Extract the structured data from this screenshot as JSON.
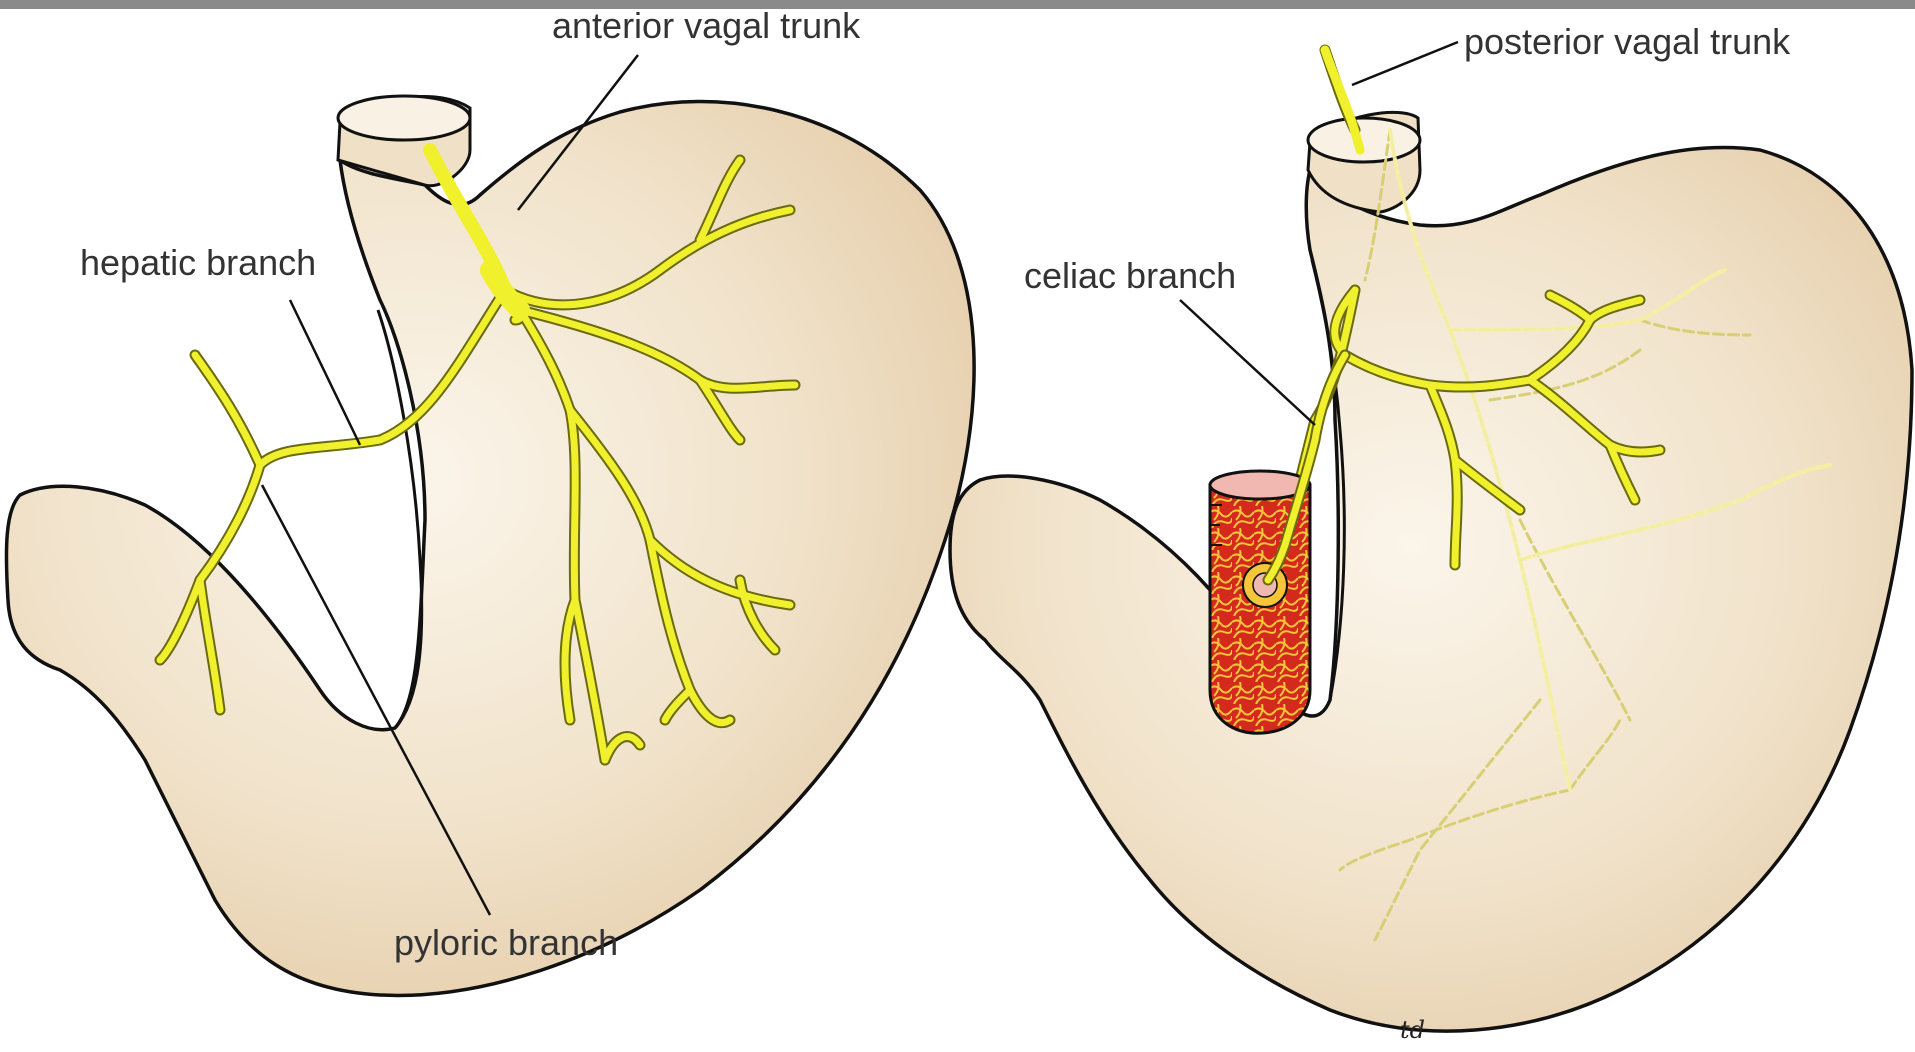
{
  "labels": {
    "anterior_vagal_trunk": "anterior vagal trunk",
    "posterior_vagal_trunk": "posterior vagal trunk",
    "hepatic_branch": "hepatic branch",
    "celiac_branch": "celiac branch",
    "pyloric_branch": "pyloric branch",
    "artist_initials": "td"
  },
  "colors": {
    "stomach_fill": "#eddcbf",
    "stomach_highlight": "#fbf5ea",
    "nerve": "#f1f02c",
    "nerve_outline": "#6a6a10",
    "posterior_nerve_dashed": "#f6f1a6",
    "aorta": "#d42a1e",
    "aorta_plexus": "#f5c53a",
    "outline": "#111111",
    "top_bar": "#8a8a8a"
  }
}
